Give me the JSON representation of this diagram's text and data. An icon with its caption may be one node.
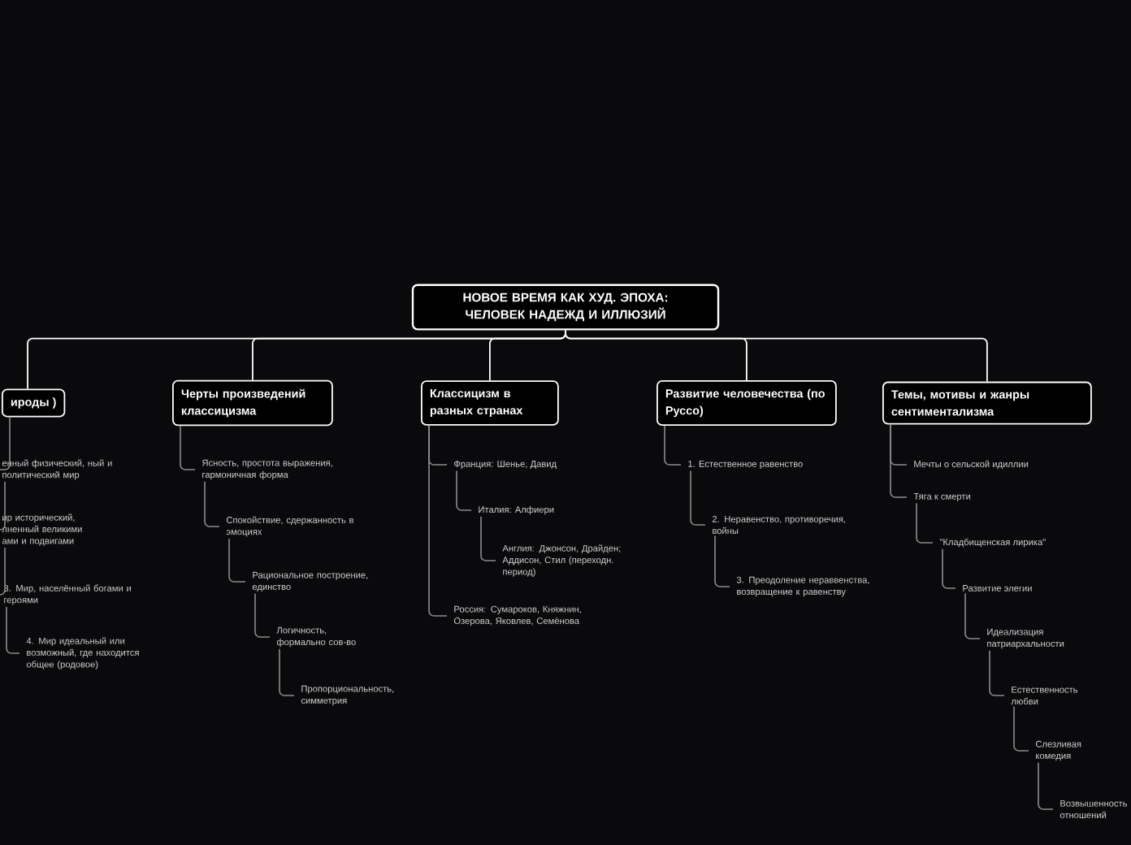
{
  "diagram": {
    "nodes": [
      {
        "text": [
          "НОВОЕ ВРЕМЯ КАК ХУД. ЭПОХА: ЧЕЛОВЕК НАДЕЖД И ИЛЛЮЗИЙ"
        ]
      },
      {
        "text": [
          "ироды )"
        ]
      },
      {
        "text": [
          "енный физический, ный и политический мир"
        ]
      },
      {
        "text": [
          "ир исторический, лненный великими ами и подвигами"
        ]
      },
      {
        "text": [
          "3. Мир, населённый богами и героями"
        ]
      },
      {
        "text": [
          "4. Мир идеальный или возможный, где находится общее (родовое)"
        ]
      },
      {
        "text": [
          "Черты произведений классицизма"
        ]
      },
      {
        "text": [
          "Ясность, простота выражения, гармоничная форма"
        ]
      },
      {
        "text": [
          "Спокойствие, сдержанность в эмоциях"
        ]
      },
      {
        "text": [
          "Рациональное построение, единство"
        ]
      },
      {
        "text": [
          "Логичность, формально сов-во"
        ]
      },
      {
        "text": [
          "Пропорциональность, симметрия"
        ]
      },
      {
        "text": [
          "Классицизм в разных странах"
        ]
      },
      {
        "text": [
          "Франция: Шенье, Давид"
        ]
      },
      {
        "text": [
          "Италия: Алфиери"
        ]
      },
      {
        "text": [
          "Англия: Джонсон, Драйден; Аддисон, Стил (переходн. период)"
        ]
      },
      {
        "text": [
          "Россия: Сумароков, Княжнин, Озерова, Яковлев, Семёнова"
        ]
      },
      {
        "text": [
          "Развитие человечества (по Руссо)"
        ]
      },
      {
        "text": [
          "1. Естественное равенство"
        ]
      },
      {
        "text": [
          "2. Неравенство, противоречия, войны"
        ]
      },
      {
        "text": [
          "3. Преодоление нераввенства, возвращение к равенству"
        ]
      },
      {
        "text": [
          "Темы, мотивы и жанры сентиментализма"
        ]
      },
      {
        "text": [
          "Мечты о сельской идиллии"
        ]
      },
      {
        "text": [
          "Тяга к смерти"
        ]
      },
      {
        "text": [
          "\"Кладбищенская лирика\""
        ]
      },
      {
        "text": [
          "Развитие элегии"
        ]
      },
      {
        "text": [
          "Идеализация патриархальности"
        ]
      },
      {
        "text": [
          "Естественность любви"
        ]
      },
      {
        "text": [
          "Слезливая комедия"
        ]
      },
      {
        "text": [
          "Возвышенность отношений"
        ]
      }
    ],
    "edges": [
      {
        "from": 0,
        "to": 1,
        "arrow": "none",
        "color": "#ffffff"
      },
      {
        "from": 0,
        "to": 6,
        "arrow": "none",
        "color": "#ffffff"
      },
      {
        "from": 0,
        "to": 12,
        "arrow": "none",
        "color": "#ffffff"
      },
      {
        "from": 0,
        "to": 17,
        "arrow": "none",
        "color": "#ffffff"
      },
      {
        "from": 0,
        "to": 21,
        "arrow": "none",
        "color": "#ffffff"
      },
      {
        "from": 1,
        "to": 2,
        "arrow": "none"
      },
      {
        "from": 2,
        "to": 3,
        "arrow": "none"
      },
      {
        "from": 3,
        "to": 4,
        "arrow": "none"
      },
      {
        "from": 4,
        "to": 5,
        "arrow": "none"
      },
      {
        "from": 6,
        "to": 7,
        "arrow": "none"
      },
      {
        "from": 7,
        "to": 8,
        "arrow": "none"
      },
      {
        "from": 8,
        "to": 9,
        "arrow": "none"
      },
      {
        "from": 9,
        "to": 10,
        "arrow": "none"
      },
      {
        "from": 10,
        "to": 11,
        "arrow": "none"
      },
      {
        "from": 12,
        "to": 13,
        "arrow": "none"
      },
      {
        "from": 13,
        "to": 14,
        "arrow": "none"
      },
      {
        "from": 14,
        "to": 15,
        "arrow": "none"
      },
      {
        "from": 12,
        "to": 16,
        "arrow": "none"
      },
      {
        "from": 17,
        "to": 18,
        "arrow": "none"
      },
      {
        "from": 18,
        "to": 19,
        "arrow": "none"
      },
      {
        "from": 19,
        "to": 20,
        "arrow": "none"
      },
      {
        "from": 21,
        "to": 22,
        "arrow": "none"
      },
      {
        "from": 21,
        "to": 23,
        "arrow": "none"
      },
      {
        "from": 23,
        "to": 24,
        "arrow": "none"
      },
      {
        "from": 24,
        "to": 25,
        "arrow": "none"
      },
      {
        "from": 25,
        "to": 26,
        "arrow": "none"
      },
      {
        "from": 26,
        "to": 27,
        "arrow": "none"
      },
      {
        "from": 27,
        "to": 28,
        "arrow": "none"
      },
      {
        "from": 28,
        "to": 29,
        "arrow": "none"
      }
    ]
  }
}
